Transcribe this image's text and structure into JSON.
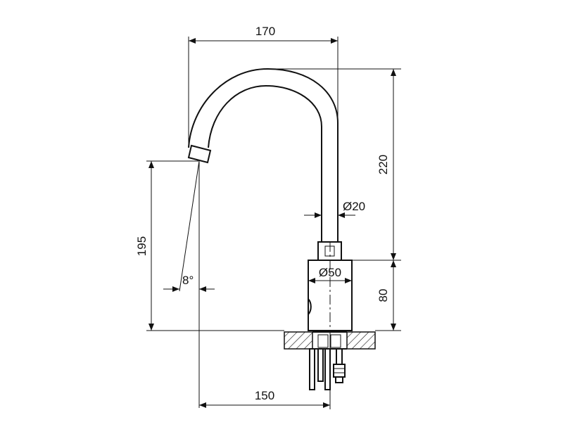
{
  "dimensions": {
    "spout_reach": "170",
    "spout_height": "220",
    "pipe_diameter": "Ø20",
    "body_diameter": "Ø50",
    "body_height": "80",
    "outlet_height": "195",
    "flow_angle": "8°",
    "projection": "150"
  },
  "colors": {
    "line": "#111111",
    "background": "#ffffff"
  }
}
